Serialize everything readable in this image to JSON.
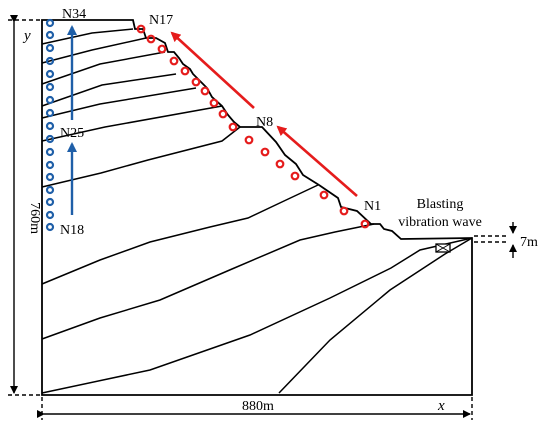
{
  "labels": {
    "n34": "N34",
    "n17": "N17",
    "n25": "N25",
    "n18": "N18",
    "n8": "N8",
    "n1": "N1",
    "y_axis": "y",
    "x_axis": "x",
    "height": "760m",
    "width": "880m",
    "blast_line1": "Blasting",
    "blast_line2": "vibration wave",
    "bench": "7m"
  },
  "monitoring_points": {
    "face_count": 17,
    "vertical_count": 17
  },
  "colors": {
    "slope_outline": "#000000",
    "face_points": "#e51c1c",
    "vertical_points": "#1f5fa8",
    "red_arrow": "#e51c1c",
    "blue_arrow": "#1f5fa8"
  }
}
